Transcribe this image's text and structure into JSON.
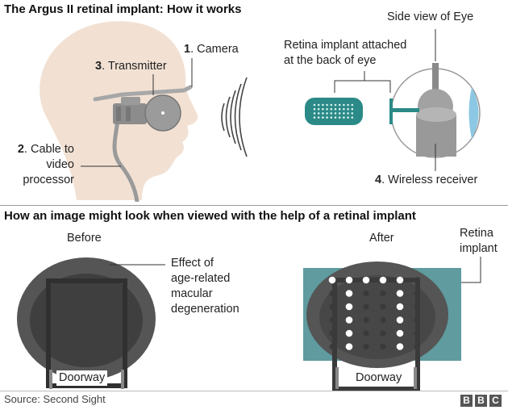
{
  "top": {
    "title": "The Argus II retinal implant: How it works",
    "labels": {
      "camera_num": "1",
      "camera": ". Camera",
      "cable_num": "2",
      "cable_line1": ". Cable to",
      "cable_line2": "video",
      "cable_line3": "processor",
      "transmitter_num": "3",
      "transmitter": ". Transmitter",
      "receiver_num": "4",
      "receiver": ". Wireless receiver",
      "side_view": "Side view of Eye",
      "implant_line1": "Retina implant attached",
      "implant_line2": "at the back of eye"
    }
  },
  "bottom": {
    "title": "How an image might look when viewed with the help of a retinal implant",
    "before_label": "Before",
    "after_label": "After",
    "amd_line1": "Effect of",
    "amd_line2": "age-related",
    "amd_line3": "macular",
    "amd_line4": "degeneration",
    "retina_line1": "Retina",
    "retina_line2": "implant",
    "doorway_before": "Doorway",
    "doorway_after": "Doorway"
  },
  "footer": {
    "source": "Source: Second Sight",
    "logo": [
      "B",
      "B",
      "C"
    ]
  },
  "colors": {
    "skin": "#f2e1d3",
    "teal": "#2b8a87",
    "gray_device": "#8a8a8a",
    "lens_blue": "#8cc8e4",
    "implant_panel": "#5f9b9f"
  }
}
